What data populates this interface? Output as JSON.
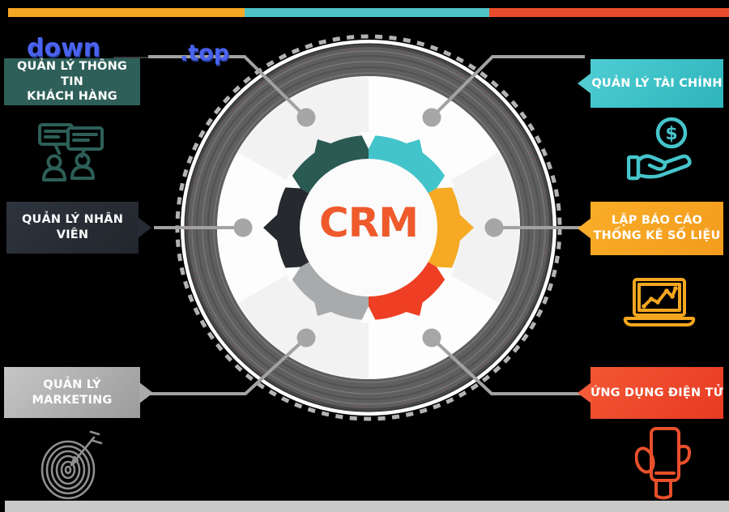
{
  "top_bar": {
    "segments": [
      {
        "name": "orange",
        "color": "#f6a824"
      },
      {
        "name": "teal",
        "color": "#4fc4c6"
      },
      {
        "name": "red",
        "color": "#e94d2c"
      }
    ]
  },
  "bottom_bar": {
    "color": "#c9c9c9"
  },
  "watermark": {
    "word_left": "down",
    "word_right": ".top",
    "color": "#4a63ef"
  },
  "hub": {
    "label": "CRM",
    "label_color": "#ee5a2b"
  },
  "wheel": {
    "dash_ring_color": "#b3b3b3",
    "tire_color": "#5f5f5f",
    "connector_color": "#a2a2a2",
    "segments": [
      {
        "name": "customer-info",
        "color": "#2b5a53"
      },
      {
        "name": "finance",
        "color": "#43c4ca"
      },
      {
        "name": "reports",
        "color": "#f6a922"
      },
      {
        "name": "e-apps",
        "color": "#ee3e23"
      },
      {
        "name": "marketing",
        "color": "#a8aaac"
      },
      {
        "name": "staff",
        "color": "#26292e"
      }
    ]
  },
  "nodes": [
    {
      "id": "customer-info",
      "label": "QUẢN LÝ THÔNG TIN\nKHÁCH HÀNG",
      "box_color": "#2e5f58",
      "icon": "people-chat-icon",
      "icon_color": "#2d5f58",
      "side": "left"
    },
    {
      "id": "staff",
      "label": "QUẢN LÝ NHÂN VIÊN",
      "box_color": "#272c34",
      "icon": "",
      "icon_color": "",
      "side": "left"
    },
    {
      "id": "marketing",
      "label": "QUẢN LÝ\nMARKETING",
      "box_color": "#ababab",
      "icon": "target-arrow-icon",
      "icon_color": "#8f8f8f",
      "side": "left"
    },
    {
      "id": "finance",
      "label": "QUẢN LÝ TÀI CHÍNH",
      "box_color": "#3fc3ca",
      "icon": "hand-dollar-icon",
      "icon_color": "#45c5cb",
      "side": "right"
    },
    {
      "id": "reports",
      "label": "LẬP BÁO CÁO\nTHỐNG KÊ SỐ LIỆU",
      "box_color": "#f6a21f",
      "icon": "laptop-chart-icon",
      "icon_color": "#f3a61f",
      "side": "right"
    },
    {
      "id": "e-apps",
      "label": "ỨNG DỤNG ĐIỆN TỬ",
      "box_color": "#ee4427",
      "icon": "hand-phone-icon",
      "icon_color": "#e8502b",
      "side": "right"
    }
  ]
}
